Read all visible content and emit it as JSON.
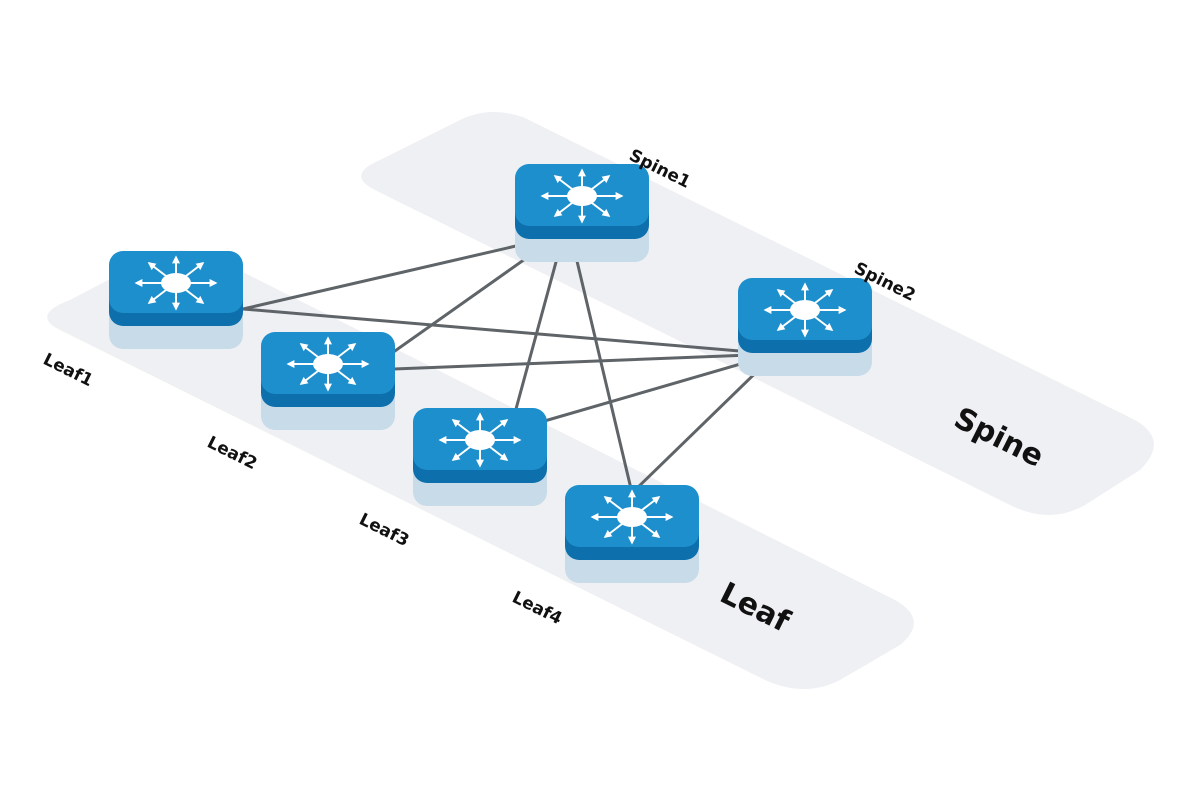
{
  "tiers": {
    "spine": "Spine",
    "leaf": "Leaf"
  },
  "nodes": {
    "spine1": "Spine1",
    "spine2": "Spine2",
    "leaf1": "Leaf1",
    "leaf2": "Leaf2",
    "leaf3": "Leaf3",
    "leaf4": "Leaf4"
  },
  "links": [
    [
      "spine1",
      "leaf1"
    ],
    [
      "spine1",
      "leaf2"
    ],
    [
      "spine1",
      "leaf3"
    ],
    [
      "spine1",
      "leaf4"
    ],
    [
      "spine2",
      "leaf1"
    ],
    [
      "spine2",
      "leaf2"
    ],
    [
      "spine2",
      "leaf3"
    ],
    [
      "spine2",
      "leaf4"
    ]
  ],
  "colors": {
    "switch_top": "#1d8fcc",
    "switch_side": "#0d6fab",
    "switch_shadow": "#c8dbe8",
    "plane": "#eef0f4",
    "link": "#5f6468"
  },
  "icon": "network-switch-icon"
}
